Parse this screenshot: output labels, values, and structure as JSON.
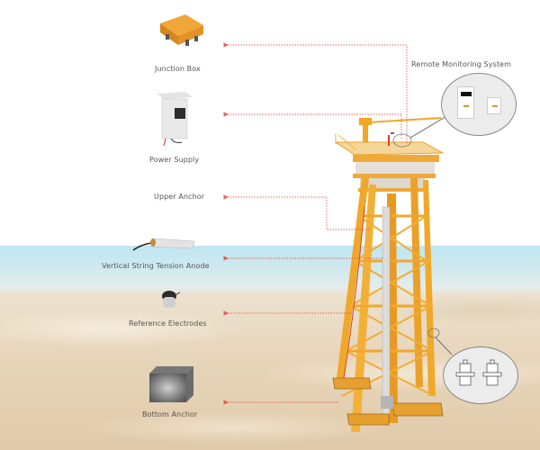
{
  "diagram": {
    "subject": "Offshore jacket platform cathodic protection monitoring system",
    "colors": {
      "structure_yellow": "#f0a82a",
      "leader_line_red": "#e8473a",
      "label_text": "#555555",
      "sea": "#c6e7f1",
      "sand": "#e6d4b8"
    },
    "components": [
      {
        "id": "junction-box",
        "label": "Junction Box",
        "icon": "orange-junction-box"
      },
      {
        "id": "power-supply",
        "label": "Power Supply",
        "icon": "grey-power-cabinet"
      },
      {
        "id": "upper-anchor",
        "label": "Upper Anchor",
        "icon": "none"
      },
      {
        "id": "vertical-string-anode",
        "label": "Vertical String Tension Anode",
        "icon": "cylindrical-anode"
      },
      {
        "id": "reference-electrodes",
        "label": "Reference Electrodes",
        "icon": "reference-electrode"
      },
      {
        "id": "bottom-anchor",
        "label": "Bottom Anchor",
        "icon": "grey-cube-weight"
      }
    ],
    "remote_monitoring": {
      "label": "Remote Monitoring System",
      "callout_icon": "monitoring-units-detail"
    },
    "subsea_detail": {
      "callout_icon": "electrode-clamp-detail"
    }
  }
}
